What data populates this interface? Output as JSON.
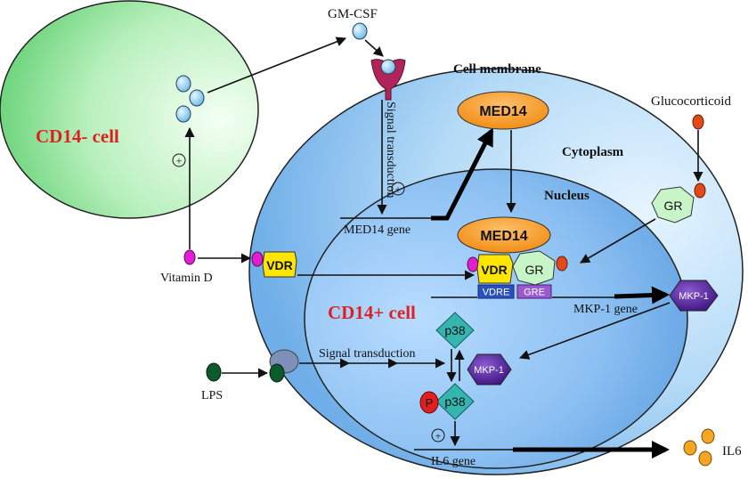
{
  "labels": {
    "gm_csf": "GM-CSF",
    "cell_membrane": "Cell membrane",
    "signal_transduction_vertical": "Signal transduction",
    "med14_top": "MED14",
    "cytoplasm": "Cytoplasm",
    "glucocorticoid": "Glucocorticoid",
    "nucleus": "Nucleus",
    "cd14_neg_cell": "CD14- cell",
    "med14_gene": "MED14 gene",
    "gr_cytoplasm": "GR",
    "med14_nucleus": "MED14",
    "vitamin_d": "Vitamin D",
    "vdr_cytoplasm": "VDR",
    "vdr_nucleus": "VDR",
    "gr_nucleus": "GR",
    "vdre": "VDRE",
    "gre": "GRE",
    "mkp1_gene": "MKP-1 gene",
    "mkp1_protein": "MKP-1",
    "cd14_pos_cell": "CD14+ cell",
    "p38_top": "p38",
    "signal_transduction_horizontal": "Signal transduction",
    "mkp1_complex": "MKP-1",
    "lps": "LPS",
    "phospho": "P",
    "p38_bottom": "p38",
    "plus_sign": "+",
    "il6_gene": "IL6 gene",
    "il6": "IL6"
  },
  "colors": {
    "cd14_neg_fill": "#8ee89a",
    "outer_cell_fill": "#a9d4f5",
    "nucleus_fill": "#8fc0f0",
    "med14_orange": "#f7931e",
    "vdr_yellow": "#ffe600",
    "gr_green": "#c8f5c8",
    "vdre_blue": "#2a52be",
    "gre_purple": "#9b59d0",
    "mkp1_purple": "#5b2a9a",
    "p38_teal": "#35b5b0",
    "phospho_red": "#e02020",
    "vitd_magenta": "#e020d0",
    "gluco_red": "#e24a1a",
    "lps_green": "#0d5a2a",
    "receptor_maroon": "#b0245a",
    "gmcsf_blue": "#8ecdf0",
    "il6_orange": "#f5a623",
    "cd14_label_red": "#e02020"
  }
}
